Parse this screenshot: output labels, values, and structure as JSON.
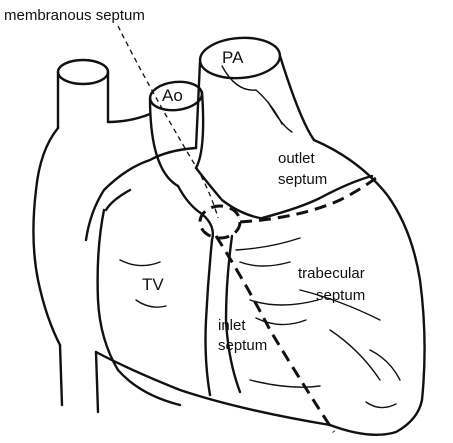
{
  "labels": {
    "membranous": "membranous septum",
    "pa": "PA",
    "ao": "Ao",
    "outlet_1": "outlet",
    "outlet_2": "septum",
    "tv": "TV",
    "trabecular_1": "trabecular",
    "trabecular_2": "septum",
    "inlet_1": "inlet",
    "inlet_2": "septum"
  }
}
